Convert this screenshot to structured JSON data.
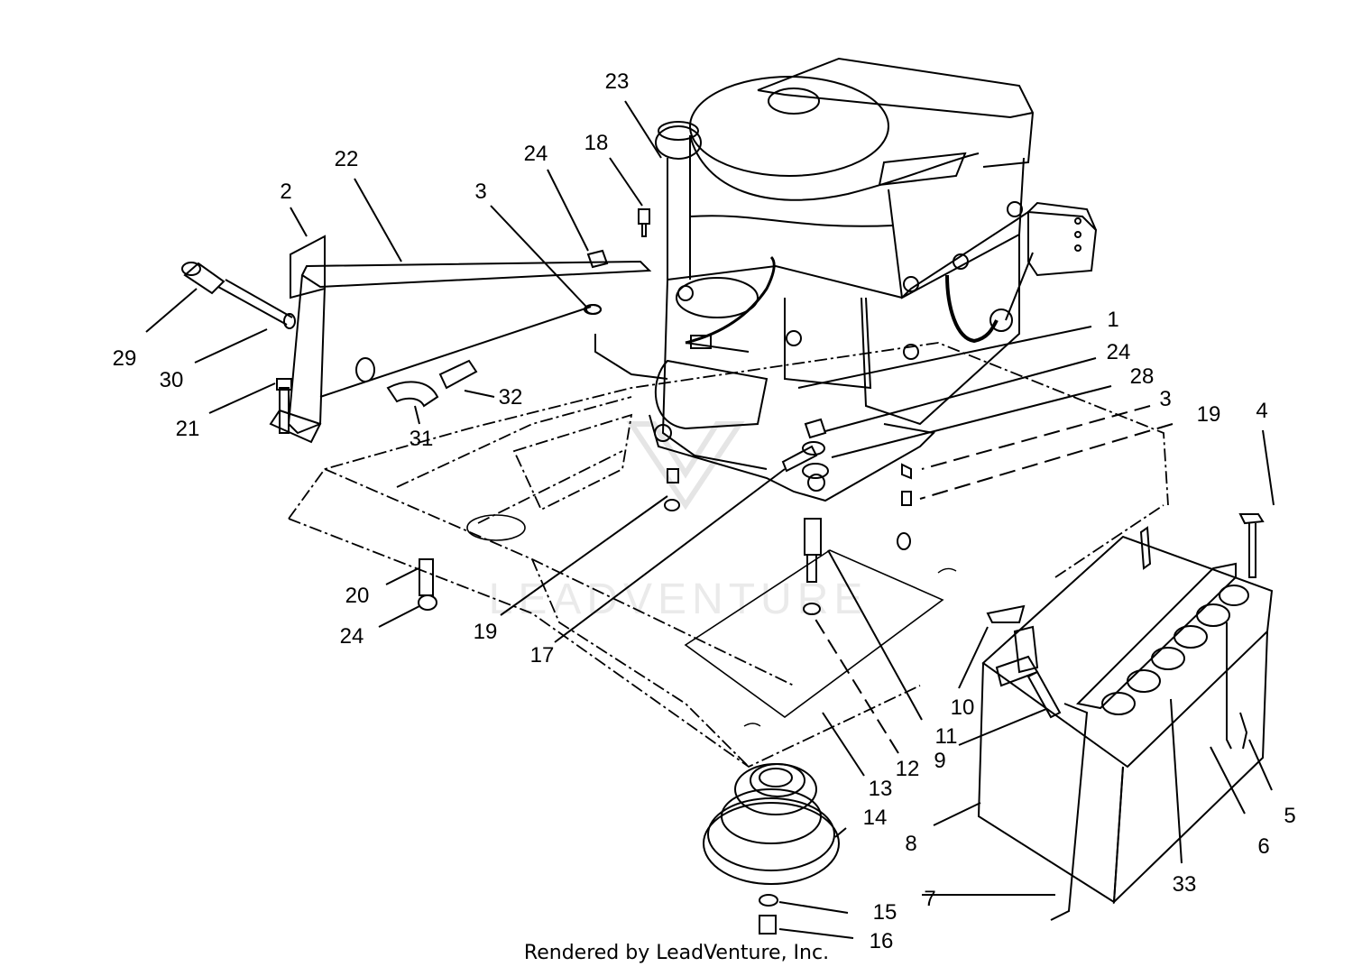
{
  "diagram": {
    "callouts": [
      "23",
      "18",
      "24",
      "22",
      "3",
      "2",
      "29",
      "30",
      "21",
      "31",
      "32",
      "1",
      "24",
      "28",
      "3",
      "19",
      "4",
      "20",
      "24",
      "19",
      "17",
      "10",
      "11",
      "12",
      "9",
      "13",
      "14",
      "8",
      "7",
      "15",
      "16",
      "33",
      "6",
      "5"
    ]
  },
  "watermark": {
    "text": "LEADVENTURE",
    "color": "#d9d9d9"
  },
  "footer": {
    "text": "Rendered by LeadVenture, Inc."
  }
}
